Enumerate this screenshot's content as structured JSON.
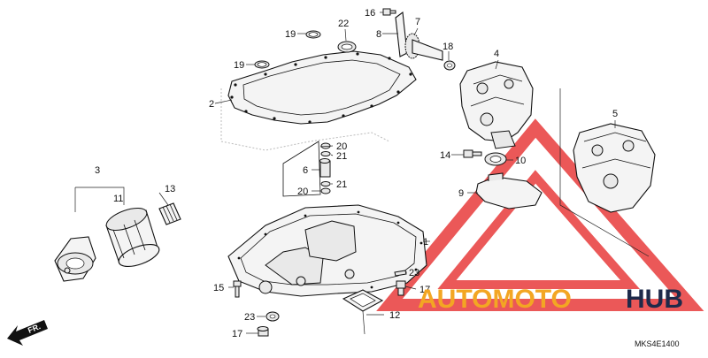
{
  "diagram": {
    "part_numbers": [
      "1",
      "2",
      "3",
      "4",
      "5",
      "6",
      "7",
      "8",
      "9",
      "10",
      "11",
      "12",
      "13",
      "14",
      "15",
      "16",
      "17",
      "17",
      "18",
      "19",
      "19",
      "20",
      "20",
      "21",
      "21",
      "22",
      "23",
      "23"
    ],
    "drawing_code": "MKS4E1400",
    "direction_label": "FR."
  },
  "watermark": {
    "text_part1": "AUTOMOTO",
    "text_part2": "HUB",
    "color_primary": "#f3a623",
    "color_secondary": "#1e2a4a",
    "triangle_color": "#e83c3c"
  }
}
